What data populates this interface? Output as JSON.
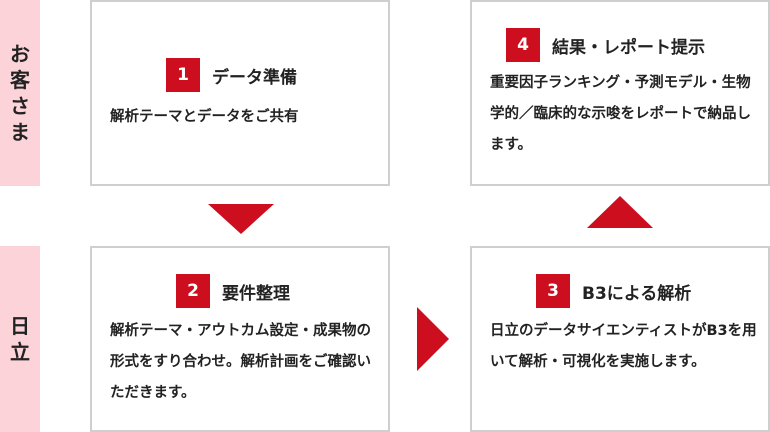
{
  "lanes": {
    "customer": [
      "お",
      "客",
      "さ",
      "ま"
    ],
    "hitachi": [
      "日",
      "立"
    ]
  },
  "steps": [
    {
      "num": "1",
      "title": "データ準備",
      "desc": "解析テーマとデータをご共有"
    },
    {
      "num": "2",
      "title": "要件整理",
      "desc": "解析テーマ・アウトカム設定・成果物の形式をすり合わせ。解析計画をご確認いただきます。"
    },
    {
      "num": "3",
      "title": "B3による解析",
      "desc": "日立のデータサイエンティストがB3を用いて解析・可視化を実施します。"
    },
    {
      "num": "4",
      "title": "結果・レポート提示",
      "desc": "重要因子ランキング・予測モデル・生物学的／臨床的な示唆をレポートで納品します。"
    }
  ],
  "colors": {
    "accent": "#cc0e1f",
    "lane_bg": "#fbd3d9",
    "border": "#cfcfcf"
  }
}
